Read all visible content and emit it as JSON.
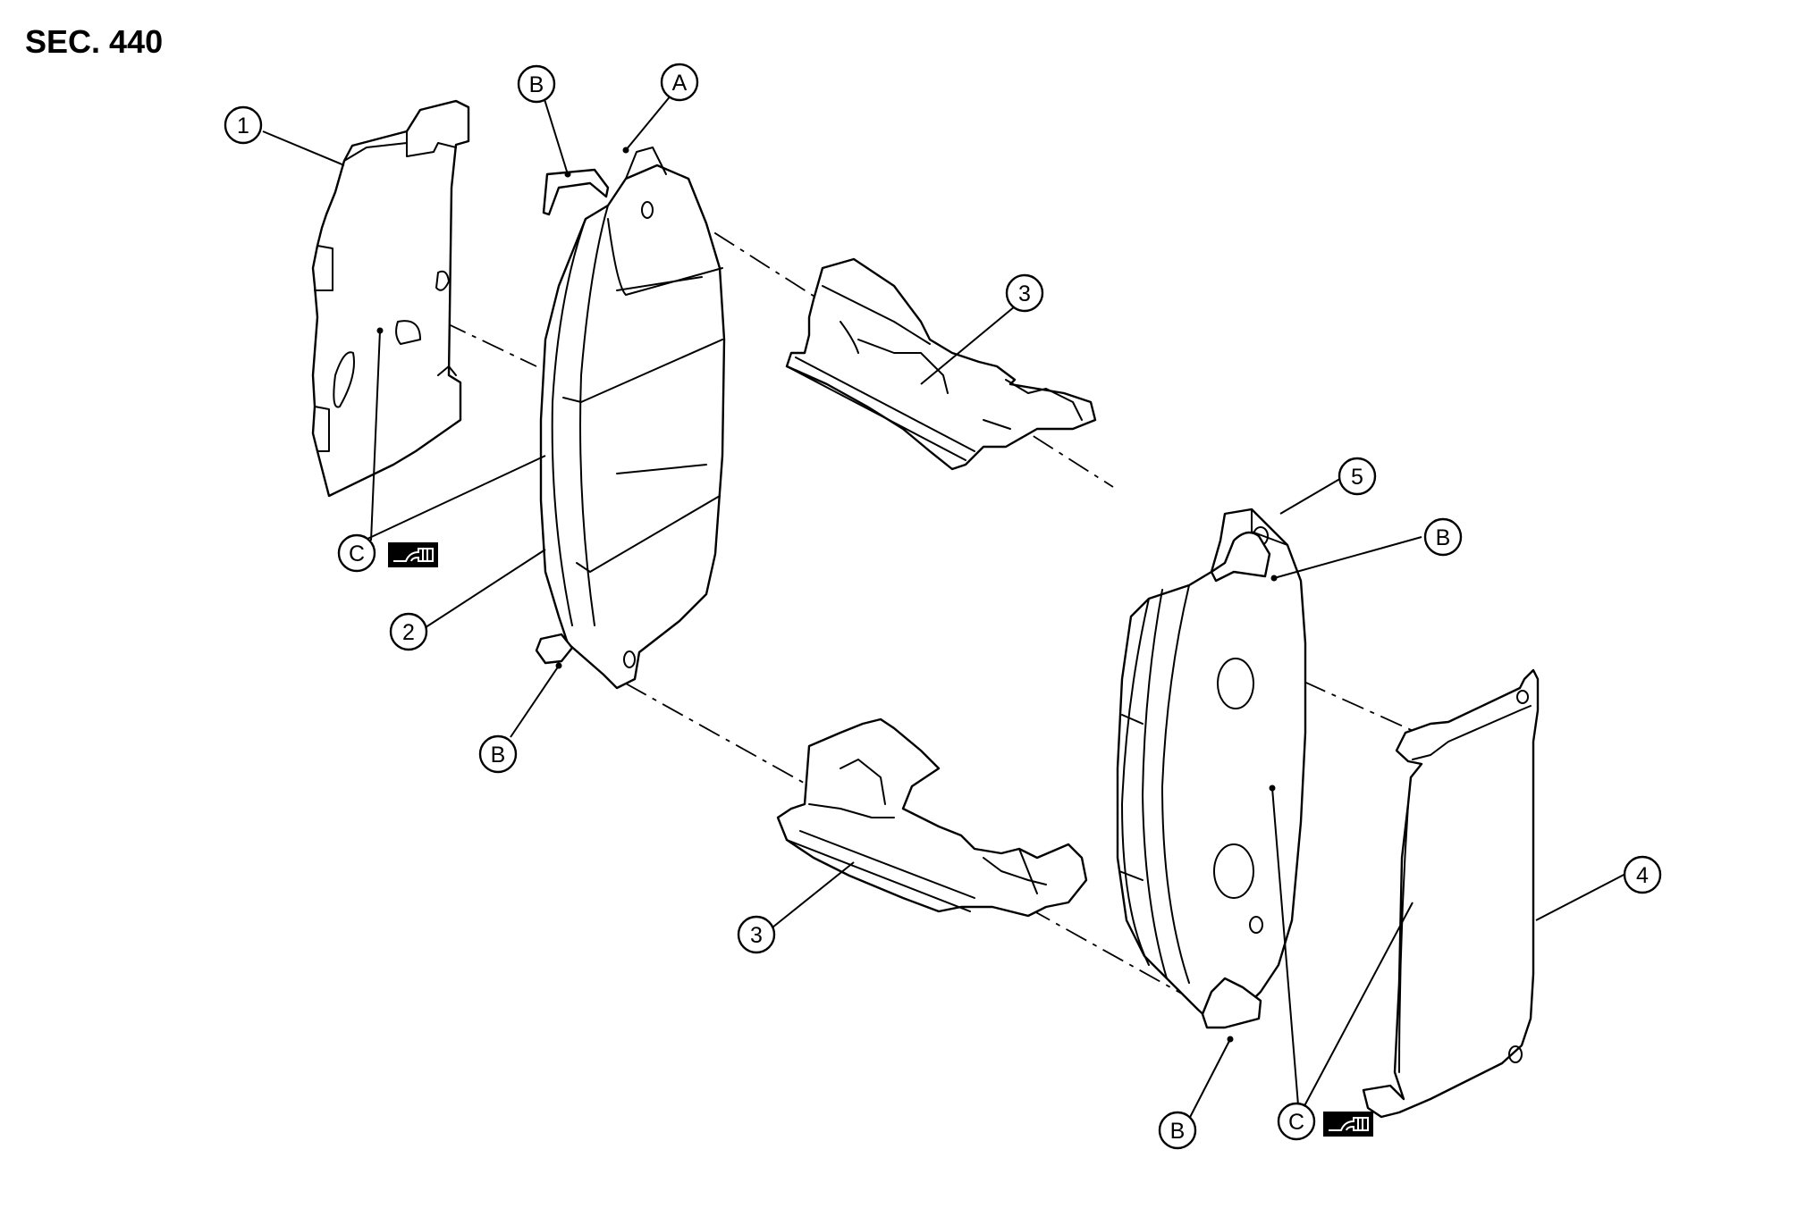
{
  "section_title": "SEC. 440",
  "callouts": {
    "n1": "1",
    "n2": "2",
    "n3_upper": "3",
    "n3_lower": "3",
    "n4": "4",
    "n5": "5",
    "a": "A",
    "b_upper_left": "B",
    "b_lower_left": "B",
    "b_right_upper": "B",
    "b_right_lower": "B",
    "c_left": "C",
    "c_right": "C"
  },
  "icons": {
    "lubricant_left": "grease-symbol-icon",
    "lubricant_right": "grease-symbol-icon"
  }
}
